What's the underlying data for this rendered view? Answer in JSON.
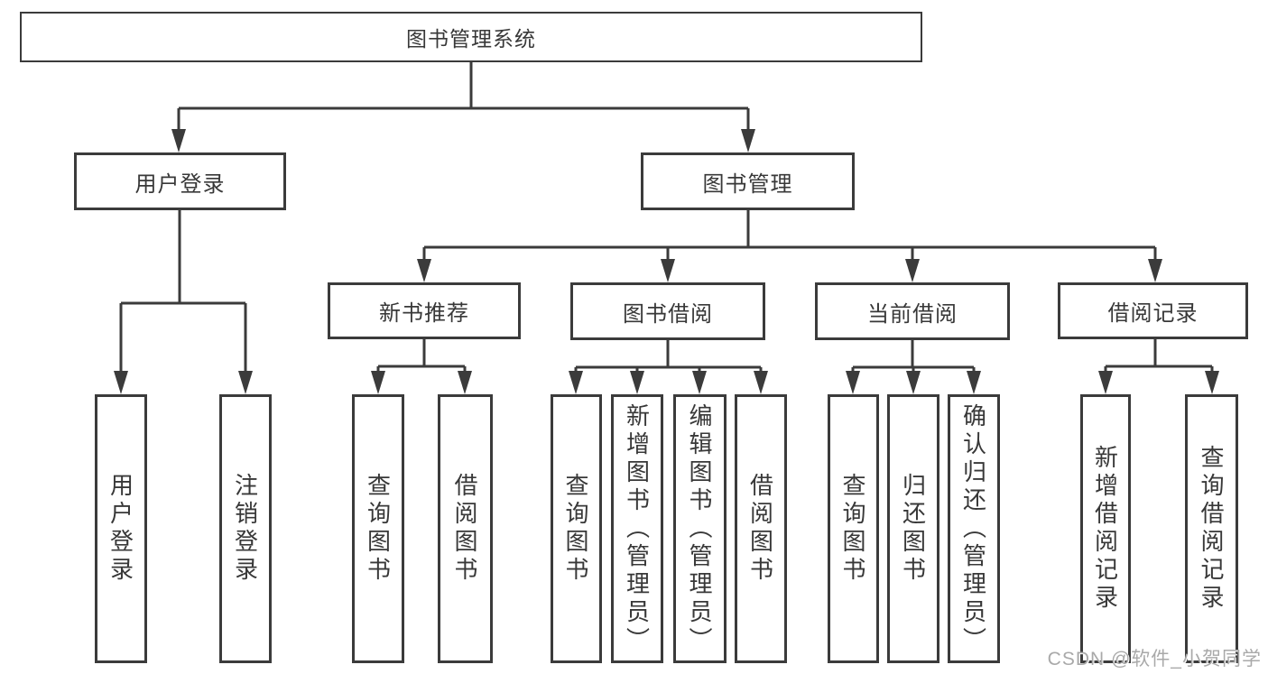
{
  "diagram": {
    "tree": {
      "root": {
        "label": "图书管理系统"
      },
      "branches": [
        {
          "label": "用户登录",
          "children": [
            {
              "label": "用户登录"
            },
            {
              "label": "注销登录"
            }
          ]
        },
        {
          "label": "图书管理",
          "children": [
            {
              "label": "新书推荐",
              "children": [
                {
                  "label": "查询图书"
                },
                {
                  "label": "借阅图书"
                }
              ]
            },
            {
              "label": "图书借阅",
              "children": [
                {
                  "label": "查询图书"
                },
                {
                  "label": "新增图书（管理员）"
                },
                {
                  "label": "编辑图书（管理员）"
                },
                {
                  "label": "借阅图书"
                }
              ]
            },
            {
              "label": "当前借阅",
              "children": [
                {
                  "label": "查询图书"
                },
                {
                  "label": "归还图书"
                },
                {
                  "label": "确认归还（管理员）"
                }
              ]
            },
            {
              "label": "借阅记录",
              "children": [
                {
                  "label": "新增借阅记录"
                },
                {
                  "label": "查询借阅记录"
                }
              ]
            }
          ]
        }
      ]
    },
    "watermark": "CSDN @软件_小贺同学",
    "colors": {
      "line": "#3b3b3b",
      "text": "#383838",
      "box_background": "#ffffff",
      "watermark": "#a9a9a9"
    }
  }
}
